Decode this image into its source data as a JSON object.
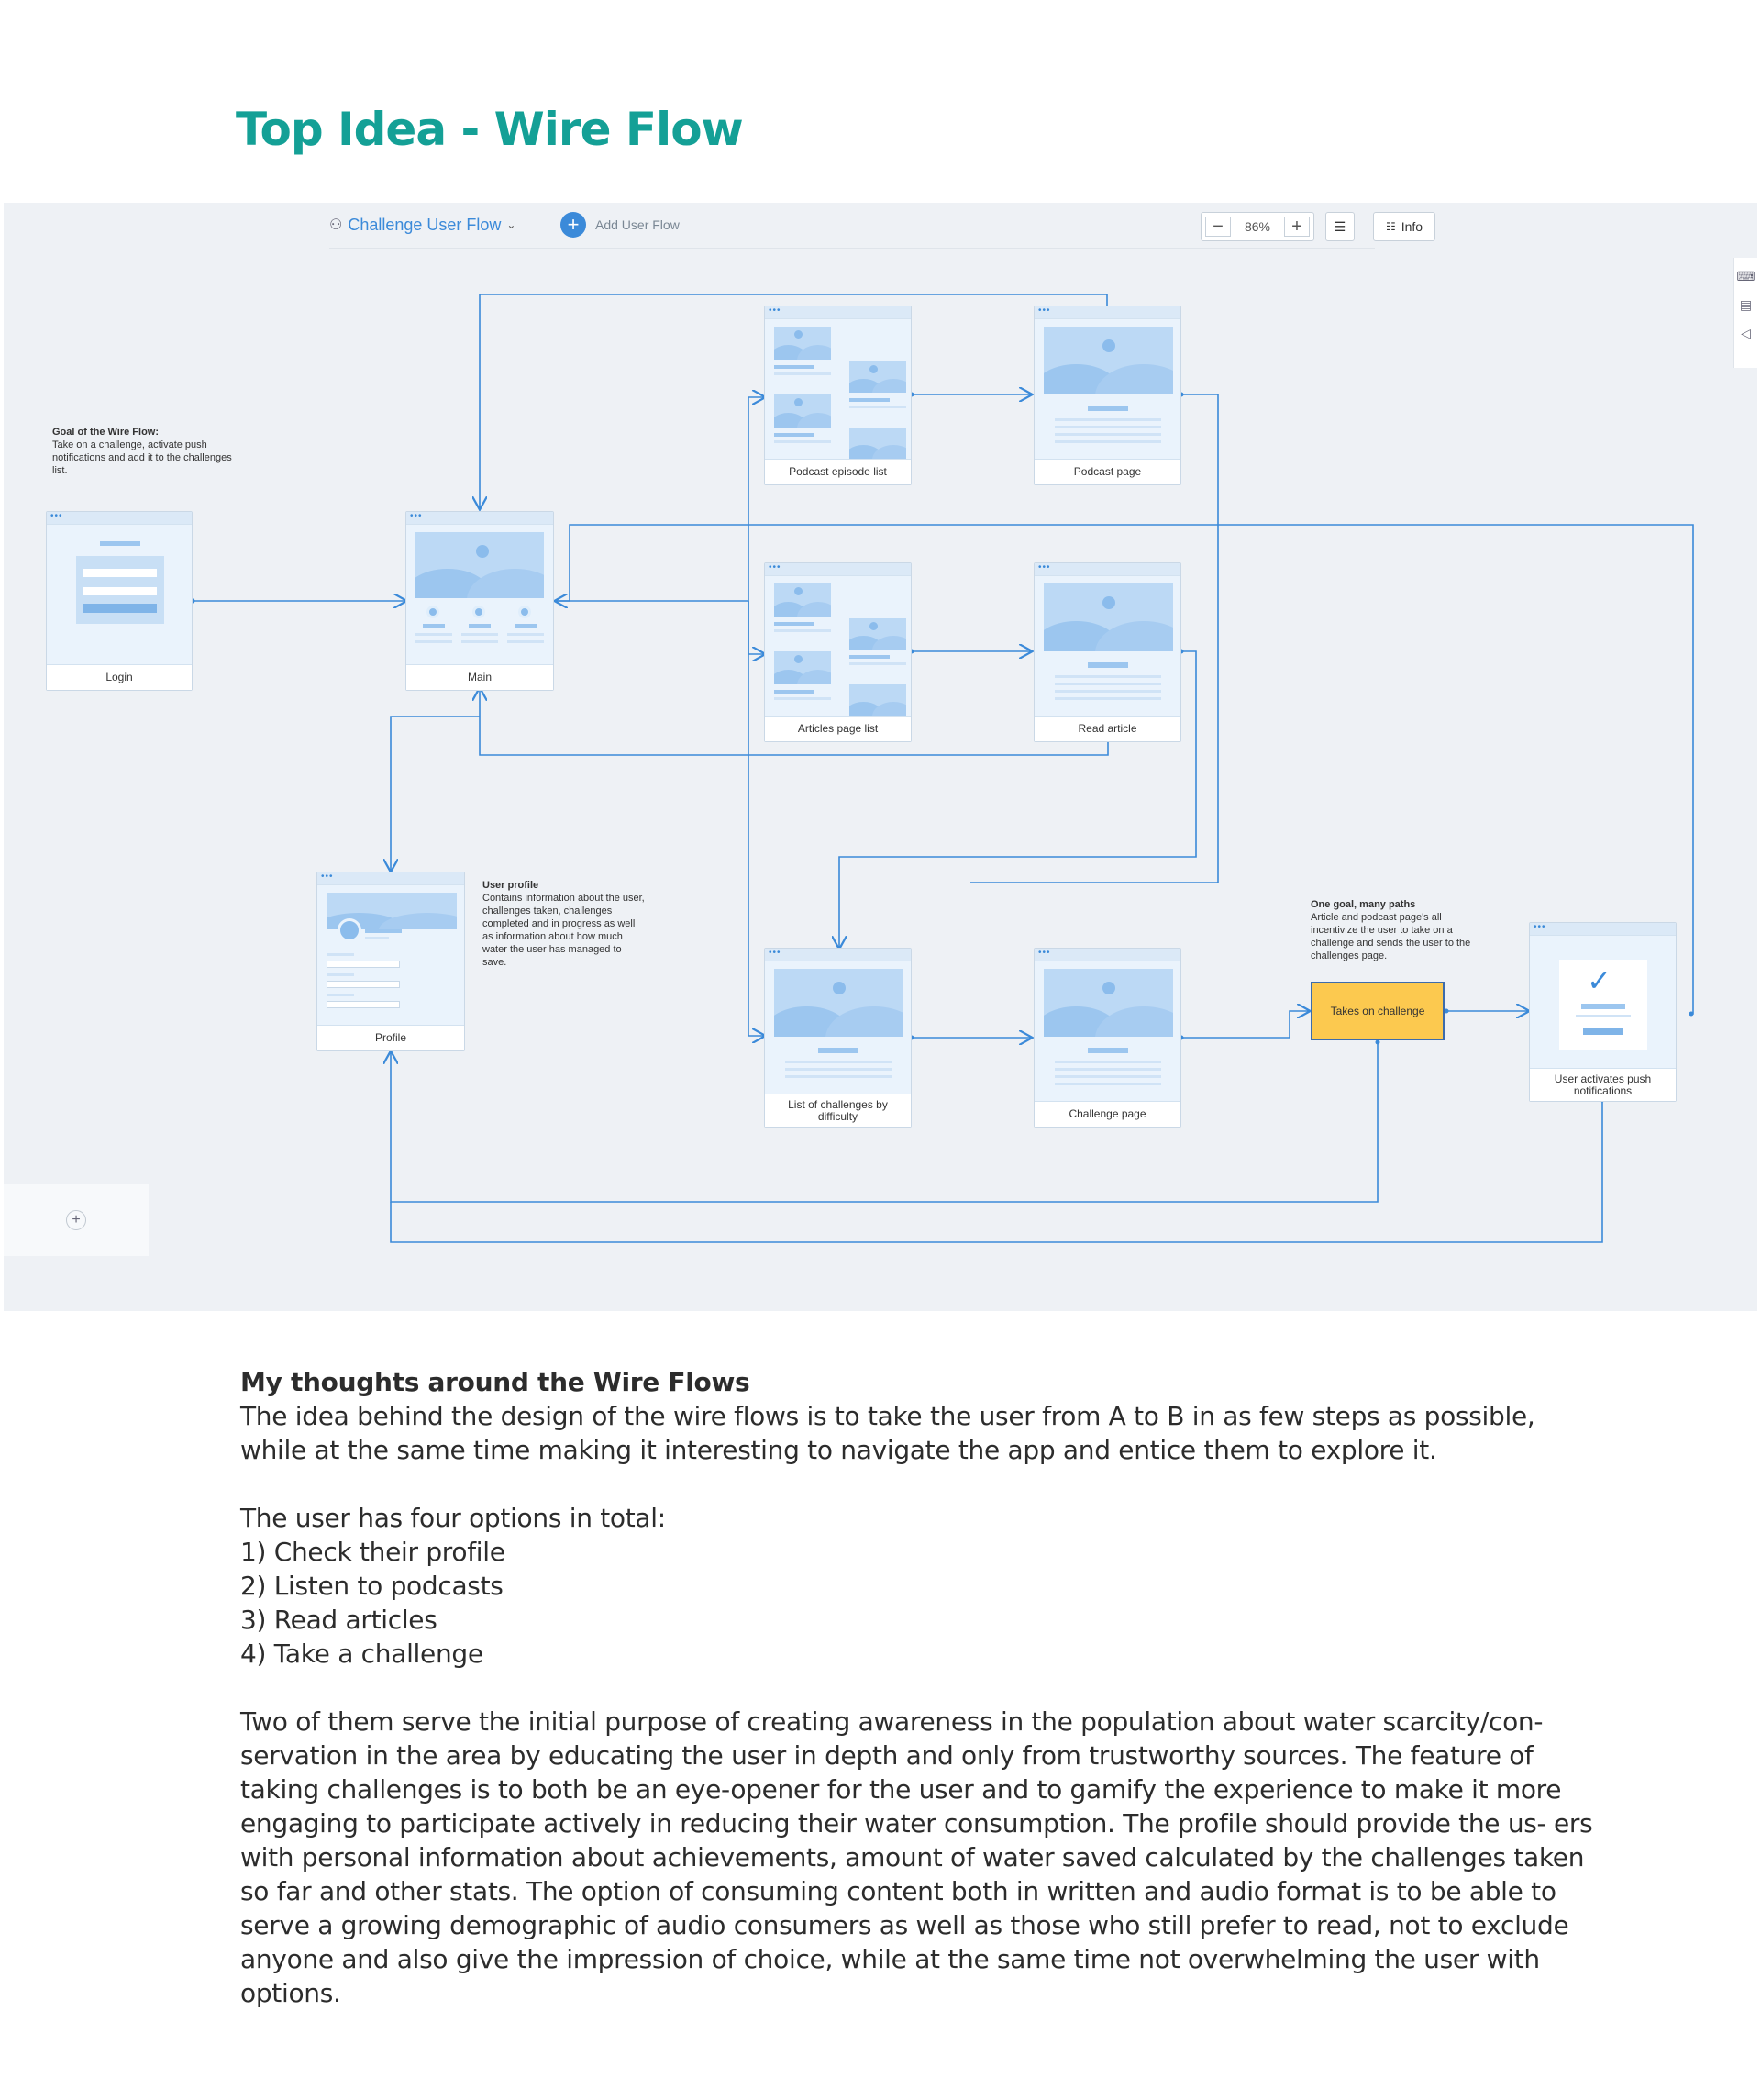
{
  "page_title": "Top Idea - Wire Flow",
  "toolbar": {
    "flow_name": "Challenge User Flow",
    "add_flow_label": "Add User Flow",
    "zoom_minus": "−",
    "zoom_value": "86%",
    "zoom_plus": "+",
    "info_label": "Info",
    "add_page": "+"
  },
  "screens": {
    "login": "Login",
    "main": "Main",
    "podcast_list": "Podcast episode list",
    "podcast_page": "Podcast page",
    "articles_list": "Articles page list",
    "read_article": "Read article",
    "profile": "Profile",
    "challenges_list": "List of challenges by difficulty",
    "challenge_page": "Challenge page",
    "push": "User activates push notifications",
    "takes_challenge": "Takes on challenge"
  },
  "notes": {
    "goal_title": "Goal of the Wire Flow:",
    "goal_text": "Take on a challenge, activate push notifications and add it to the challenges list.",
    "profile_title": "User profile",
    "profile_text": "Contains information about the user, challenges taken, challenges completed and in progress as well as information about how much water the user has managed to save.",
    "paths_title": "One goal, many paths",
    "paths_text": "Article and podcast page's all incentivize the user to take on a challenge and sends the user to the challenges page."
  },
  "thoughts": {
    "heading": "My thoughts around the Wire Flows",
    "intro": "The idea behind the design of the wire flows is to take the user from A to B in as few steps as possible, while at the same time making it interesting to navigate the app and entice them to explore it.",
    "options_heading": "The user has four options in total:",
    "option1": "1) Check their profile",
    "option2": "2) Listen to podcasts",
    "option3": "3) Read articles",
    "option4": "4) Take a challenge",
    "body": "Two of them serve the initial purpose of creating awareness in the population about water scarcity/con- servation in the area by educating the user in depth and only from trustworthy sources. The feature of taking challenges is to both be an eye-opener for the user and to gamify the experience to make it more engaging to participate actively in reducing their water consumption. The profile should provide the us- ers with personal information about achievements, amount of water saved calculated by the challenges taken so far and other stats. The option of consuming content both in written and audio format is to be able to serve a growing demographic of audio consumers as well as those who still prefer to read, not to exclude anyone and also give the impression of choice, while at the same time not overwhelming the user with options."
  },
  "colors": {
    "title": "#14a096",
    "accent": "#3b8ad9",
    "highlight": "#fcc94f"
  }
}
